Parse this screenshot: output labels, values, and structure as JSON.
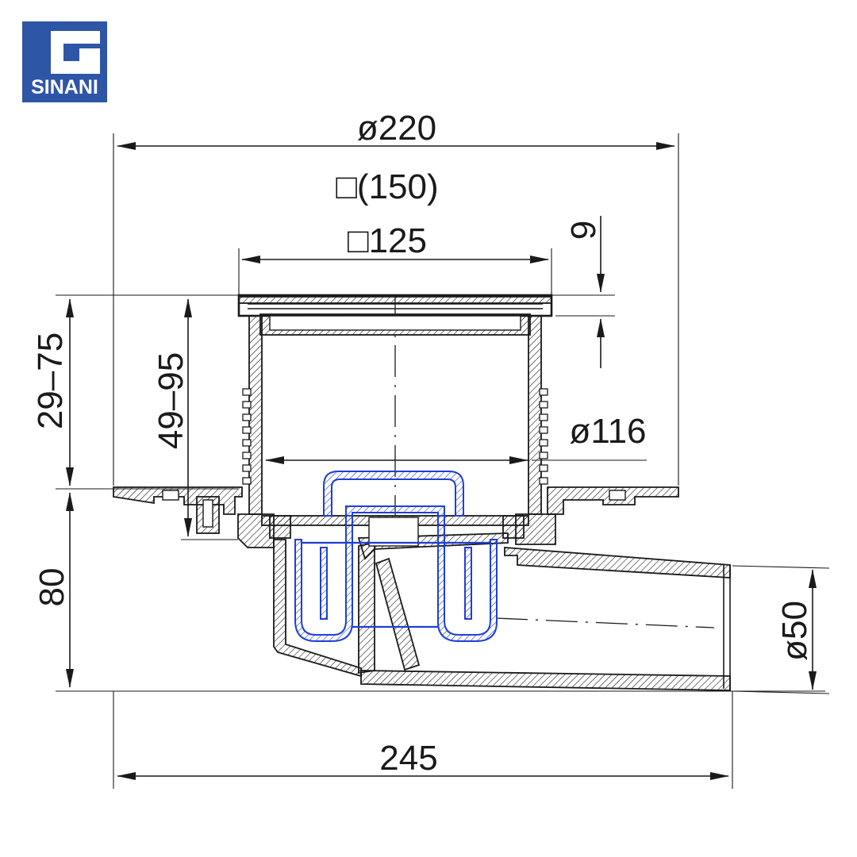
{
  "logo": {
    "text": "SINANI",
    "color": "#2e56a6"
  },
  "dimensions": {
    "outer_diameter": "ø220",
    "grate_square_outer": "□(150)",
    "grate_square": "□125",
    "grate_depth": "9",
    "inner_diameter": "ø116",
    "height_range_upper": "29–75",
    "height_range_lower": "49–95",
    "body_height": "80",
    "outlet_diameter": "ø50",
    "total_length": "245"
  },
  "colors": {
    "line": "#1a1a1a",
    "trap": "#1f3fd6"
  }
}
